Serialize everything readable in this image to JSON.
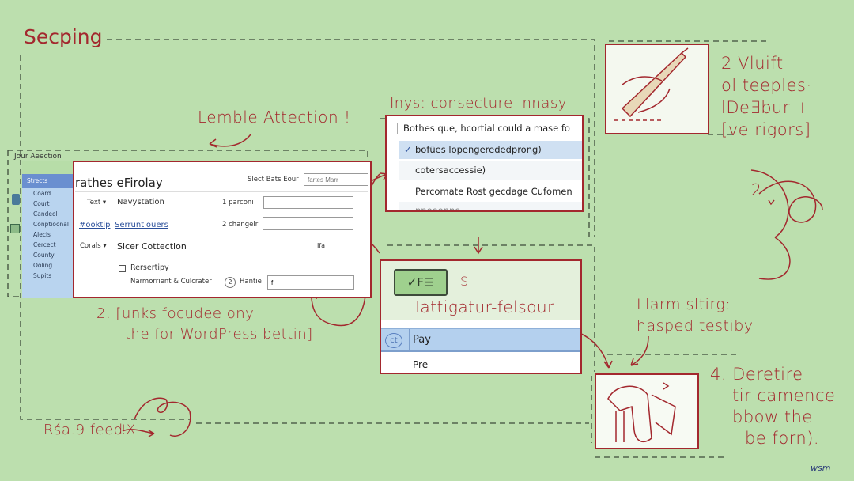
{
  "title_note": "Secping",
  "notes": {
    "lemble": "Lemble Attection !",
    "links_1": "2. [unks focudee ony",
    "links_2": "the for WordPress bettin]",
    "dropdown_caption": "Inys: consecture innasy",
    "right_1": [
      "2 Vluift",
      "ol teeples·",
      "lDe∃bur  +",
      "[ve rigors]"
    ],
    "scribble_digit": "2",
    "alarm": [
      "Llarm sltirg:",
      "hasped testiby"
    ],
    "right_4": [
      "4. Deretire",
      "tir camence",
      "bbow the",
      "be forn)."
    ],
    "feed": "Rśa.9 feed",
    "feed_mark": "!X",
    "signature": "wsm"
  },
  "window": {
    "title": "Jour Aeection",
    "sidebar": [
      "Strects",
      "Coard",
      "Court",
      "Candeol",
      "Conptioonal",
      "Alecls",
      "Cercect",
      "County",
      "Ooling",
      "Supits"
    ],
    "heading": "rathes eFirolay",
    "select_label": "Slect Bats Eour",
    "select_placeholder": "fartes Marr",
    "row1": {
      "dropdown": "Text ▾",
      "name": "Navystation",
      "field_label": "1 parconi"
    },
    "row2": {
      "link1": "#ooktip",
      "link2": "Serruntiouers",
      "field_label": "2 changeir"
    },
    "section": {
      "dropdown": "Corals ▾",
      "title": "Slcer Cottection",
      "extra": "Ifa",
      "checkbox_label": "Rersertipy",
      "label": "Narmorrient & Culcrater",
      "badge": "2",
      "field_label": "Hantie",
      "field_value": "f"
    }
  },
  "dropdown": {
    "header": "Bothes que, hcortial could a mase fo",
    "options": [
      "bofües lopengerededprong)",
      "cotersaccessie)",
      "Percomate Rost gecdage Cufomen",
      "pnooonno"
    ],
    "selected_index": 0
  },
  "card": {
    "icon_label": "✓F☰",
    "mark": "S",
    "title": "Tattigatur-felsour",
    "items": [
      {
        "icon": "ct",
        "label": "Pay",
        "selected": true
      },
      {
        "label": "Pre",
        "selected": false
      }
    ]
  },
  "colors": {
    "ink": "#a3282e",
    "background": "#bcdfae",
    "selection": "#b4d0ee"
  }
}
